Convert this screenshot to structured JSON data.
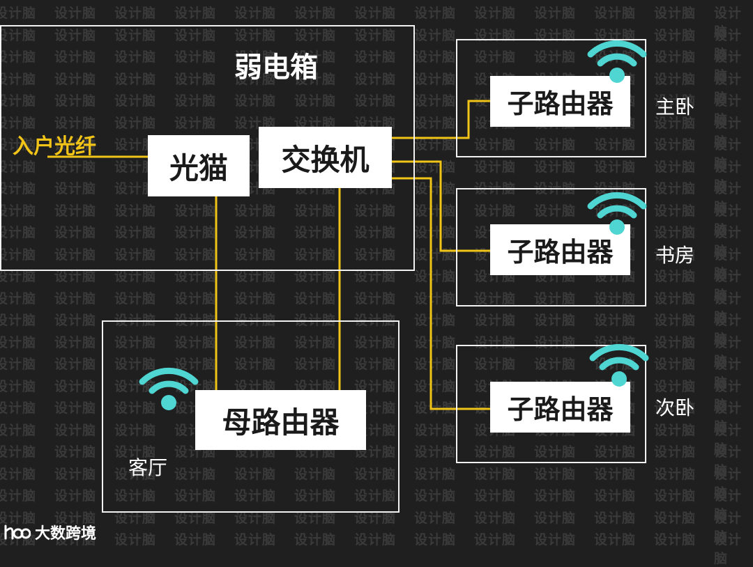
{
  "background": {
    "pattern_text": "设计脑",
    "color": "#1f1f1f",
    "pattern_color": "#3a3a3a"
  },
  "colors": {
    "wire": "#f2c418",
    "wifi": "#4fd6d3",
    "frame": "#f2f2f2"
  },
  "weak_box": {
    "title": "弱电箱",
    "fiber_label": "入户光纤",
    "modem": "光猫",
    "switch": "交换机"
  },
  "living_room": {
    "router": "母路由器",
    "room": "客厅"
  },
  "rooms": [
    {
      "router": "子路由器",
      "room": "主卧"
    },
    {
      "router": "子路由器",
      "room": "书房"
    },
    {
      "router": "子路由器",
      "room": "次卧"
    }
  ],
  "watermark": {
    "text": "大数跨境",
    "icon": "logo-icon"
  }
}
